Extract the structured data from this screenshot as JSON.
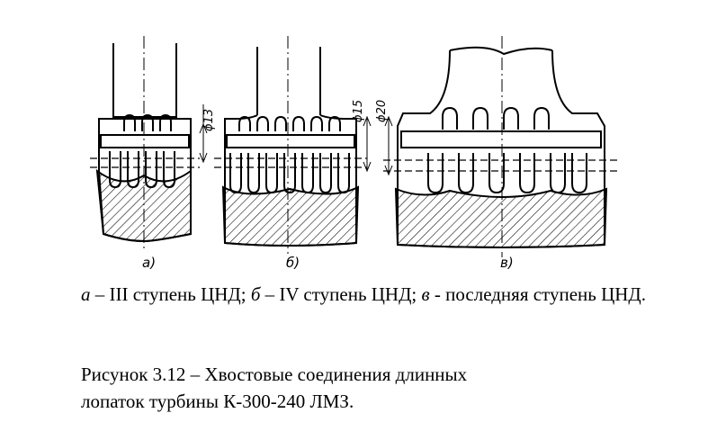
{
  "figure": {
    "part_labels": [
      "а)",
      "б)",
      "в)"
    ],
    "dimensions": [
      "ϕ13",
      "ϕ15",
      "ϕ20"
    ],
    "colors": {
      "line": "#000000",
      "background": "#ffffff"
    }
  },
  "legend": {
    "a_letter": "а",
    "a_text": " – III ступень ЦНД; ",
    "b_letter": "б",
    "b_text": " – IV ступень ЦНД; ",
    "v_letter": "в",
    "v_text": " - последняя ступень ЦНД."
  },
  "caption": {
    "line1": "Рисунок 3.12 – Хвостовые соединения длинных",
    "line2": "лопаток турбины К-300-240 ЛМЗ."
  }
}
